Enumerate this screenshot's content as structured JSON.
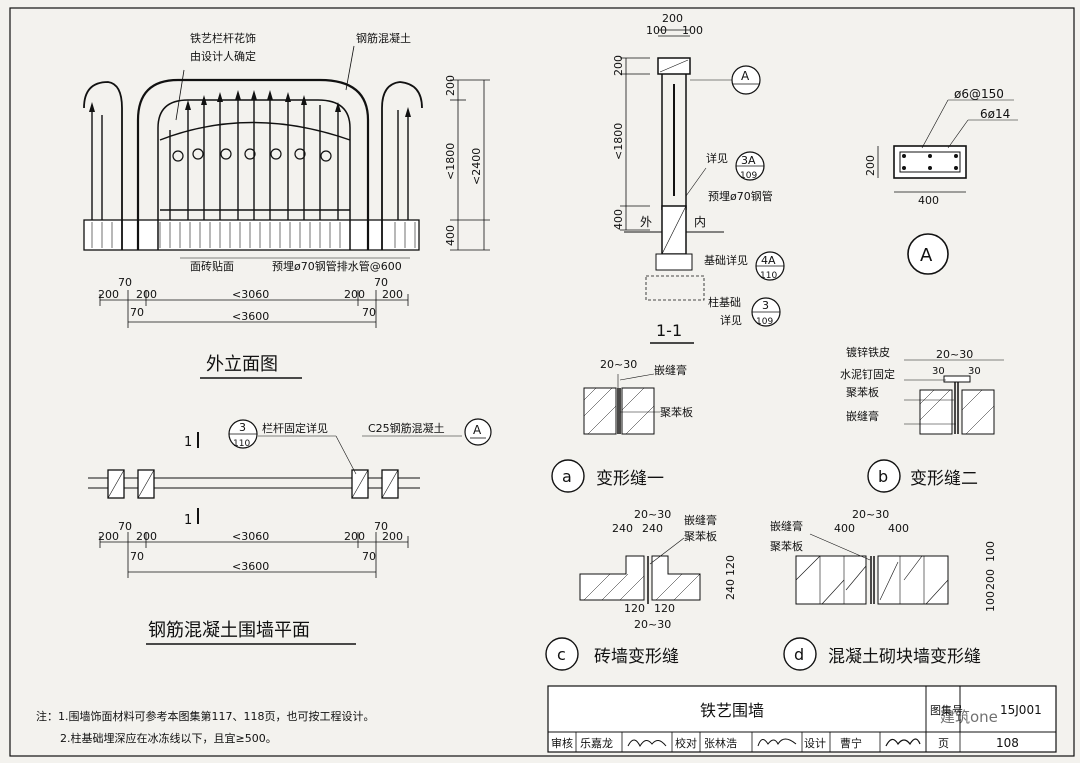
{
  "elevation": {
    "title": "外立面图",
    "callout_railing": [
      "铁艺栏杆花饰",
      "由设计人确定"
    ],
    "callout_concrete": "钢筋混凝土",
    "callout_tile": "面砖贴面",
    "callout_pipe": "预埋ø70钢管排水管@600",
    "dims_right": [
      "200",
      "<1800",
      "<2400",
      "400"
    ],
    "dims_bottom_row1_top": [
      "70",
      "70"
    ],
    "dims_bottom_row1": [
      "200",
      "200",
      "<3060",
      "200",
      "200"
    ],
    "dims_bottom_row1_below": [
      "70",
      "70"
    ],
    "dims_bottom_total": "<3600"
  },
  "plan": {
    "title": "钢筋混凝土围墙平面",
    "section_mark": "1",
    "ref_railing": {
      "num": "3",
      "page": "110",
      "text": "栏杆固定详见"
    },
    "ref_concrete": {
      "text": "C25钢筋混凝土",
      "letter": "A"
    },
    "dims_top": [
      "70",
      "70"
    ],
    "dims_row": [
      "200",
      "200",
      "<3060",
      "200",
      "200"
    ],
    "dims_below": [
      "70",
      "70"
    ],
    "dims_total": "<3600"
  },
  "section": {
    "title": "1-1",
    "dims_top": [
      "200",
      "100",
      "100"
    ],
    "dims_left": [
      "200",
      "<1800",
      "400"
    ],
    "label_out": "外",
    "label_in": "内",
    "ref_A": "A",
    "ref_3A": {
      "num": "3A",
      "page": "109",
      "text": "详见"
    },
    "pipe": "预埋ø70钢管",
    "ref_4A": {
      "num": "4A",
      "page": "110",
      "text": "基础详见"
    },
    "ref_3": {
      "num": "3",
      "page": "109",
      "text": [
        "柱基础",
        "详见"
      ]
    }
  },
  "detail_A": {
    "letter": "A",
    "stirrup": "ø6@150",
    "bars": "6ø14",
    "height": "200",
    "width": "400"
  },
  "joint_a": {
    "letter": "a",
    "title": "变形缝一",
    "gap": "20~30",
    "sealant": "嵌缝膏",
    "board": "聚苯板"
  },
  "joint_b": {
    "letter": "b",
    "title": "变形缝二",
    "cover": "镀锌铁皮",
    "nail": "水泥钉固定",
    "board": "聚苯板",
    "sealant": "嵌缝膏",
    "gap": "20~30",
    "side_a": "30",
    "side_b": "30"
  },
  "joint_c": {
    "letter": "c",
    "title": "砖墙变形缝",
    "gap_top": "20~30",
    "w_left": "240",
    "w_right": "240",
    "sealant": "嵌缝膏",
    "board": "聚苯板",
    "h1": "120",
    "h2": "240",
    "b1": "120",
    "b2": "120",
    "gap_bottom": "20~30"
  },
  "joint_d": {
    "letter": "d",
    "title": "混凝土砌块墙变形缝",
    "sealant": "嵌缝膏",
    "board": "聚苯板",
    "gap": "20~30",
    "w_left": "400",
    "w_right": "400",
    "h1": "100",
    "h2": "200",
    "h3": "100"
  },
  "notes": [
    "注：1.围墙饰面材料可参考本图集第117、118页，也可按工程设计。",
    "2.柱基础埋深应在冰冻线以下，且宜≥500。"
  ],
  "titleblock": {
    "title": "铁艺围墙",
    "atlas_label": "图集号",
    "atlas_no": "15J001",
    "watermark": "建筑one",
    "row": [
      "审核",
      "乐嘉龙",
      "校对",
      "张林浩",
      "设计",
      "曹宁",
      "页"
    ],
    "page": "108"
  }
}
